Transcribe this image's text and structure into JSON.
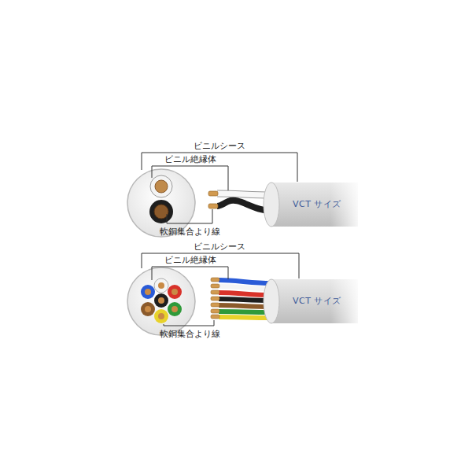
{
  "diagram": {
    "labels": [
      "ビニルシース",
      "ビニル絶縁体",
      "VCT サイズ",
      "軟銅集合より線",
      "ビニルシース",
      "ビニル絶縁体",
      "VCT サイズ",
      "軟銅集合より線"
    ]
  }
}
